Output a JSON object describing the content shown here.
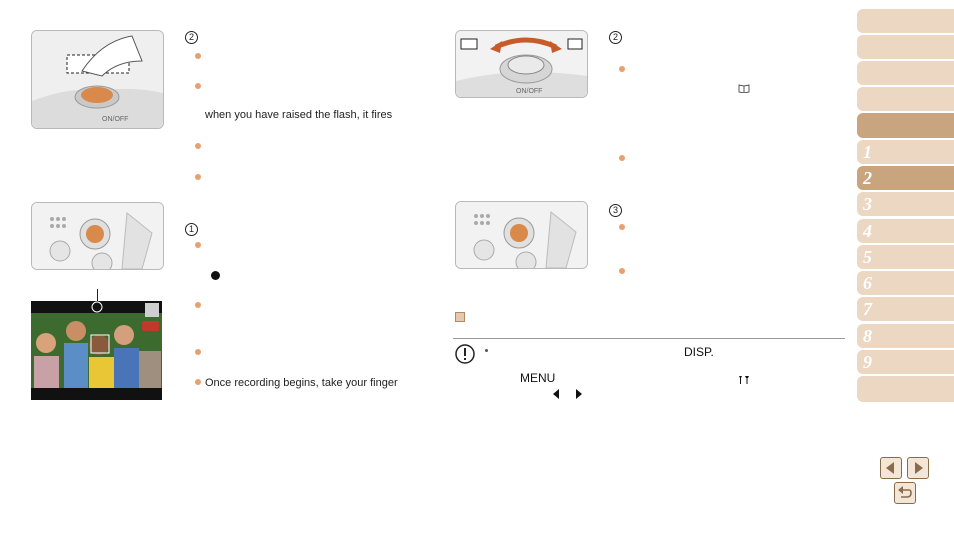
{
  "col1": {
    "step_a": {
      "num": "2",
      "lines": [
        "when you have raised the flash, it fires"
      ]
    },
    "step_b": {
      "num": "1",
      "record_line": "Once recording begins, take your finger"
    }
  },
  "col2": {
    "step_a": {
      "num": "2",
      "ref_icon": "book-icon"
    },
    "step_b": {
      "num": "3"
    },
    "note": {
      "disp_label": "DISP.",
      "menu_label": "MENU",
      "setup_icon": "tools-icon"
    }
  },
  "sidebar": {
    "chapters": [
      "1",
      "2",
      "3",
      "4",
      "5",
      "6",
      "7",
      "8",
      "9"
    ],
    "active": "2"
  },
  "nav": {
    "prev": "previous-page",
    "next": "next-page",
    "back": "return"
  },
  "colors": {
    "accent": "#c8a57f",
    "tab": "#ecd7c3",
    "bullet": "#e8a070"
  }
}
